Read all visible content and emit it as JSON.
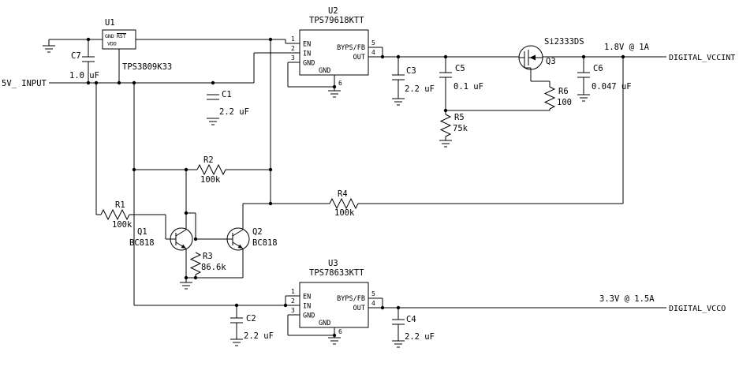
{
  "schematic": {
    "input_net": "5V_ INPUT",
    "out1": {
      "rating": "1.8V @ 1A",
      "net": "DIGITAL_VCCINT"
    },
    "out2": {
      "rating": "3.3V @ 1.5A",
      "net": "DIGITAL_VCCO"
    }
  },
  "components": {
    "U1": {
      "ref": "U1",
      "part": "TPS3809K33",
      "pins": {
        "gnd": "GND",
        "rst": "RST",
        "vdd": "VDD"
      }
    },
    "U2": {
      "ref": "U2",
      "part": "TPS79618KTT",
      "pins": {
        "p1": {
          "num": "1",
          "name": "EN"
        },
        "p2": {
          "num": "2",
          "name": "IN"
        },
        "p3": {
          "num": "3",
          "name": "GND"
        },
        "p4": {
          "num": "4",
          "name": "OUT"
        },
        "p5": {
          "num": "5",
          "name": "BYPS/FB"
        },
        "p6": {
          "num": "6",
          "name": "GND"
        }
      }
    },
    "U3": {
      "ref": "U3",
      "part": "TPS78633KTT",
      "pins": {
        "p1": {
          "num": "1",
          "name": "EN"
        },
        "p2": {
          "num": "2",
          "name": "IN"
        },
        "p3": {
          "num": "3",
          "name": "GND"
        },
        "p4": {
          "num": "4",
          "name": "OUT"
        },
        "p5": {
          "num": "5",
          "name": "BYPS/FB"
        },
        "p6": {
          "num": "6",
          "name": "GND"
        }
      }
    },
    "C1": {
      "ref": "C1",
      "value": "2.2 uF"
    },
    "C2": {
      "ref": "C2",
      "value": "2.2 uF"
    },
    "C3": {
      "ref": "C3",
      "value": "2.2 uF"
    },
    "C4": {
      "ref": "C4",
      "value": "2.2 uF"
    },
    "C5": {
      "ref": "C5",
      "value": "0.1 uF"
    },
    "C6": {
      "ref": "C6",
      "value": "0.047 uF"
    },
    "C7": {
      "ref": "C7",
      "value": "1.0 uF"
    },
    "R1": {
      "ref": "R1",
      "value": "100k"
    },
    "R2": {
      "ref": "R2",
      "value": "100k"
    },
    "R3": {
      "ref": "R3",
      "value": "86.6k"
    },
    "R4": {
      "ref": "R4",
      "value": "100k"
    },
    "R5": {
      "ref": "R5",
      "value": "75k"
    },
    "R6": {
      "ref": "R6",
      "value": "100"
    },
    "Q1": {
      "ref": "Q1",
      "value": "BC818"
    },
    "Q2": {
      "ref": "Q2",
      "value": "BC818"
    },
    "Q3": {
      "ref": "Q3",
      "value": "Si2333DS"
    }
  }
}
